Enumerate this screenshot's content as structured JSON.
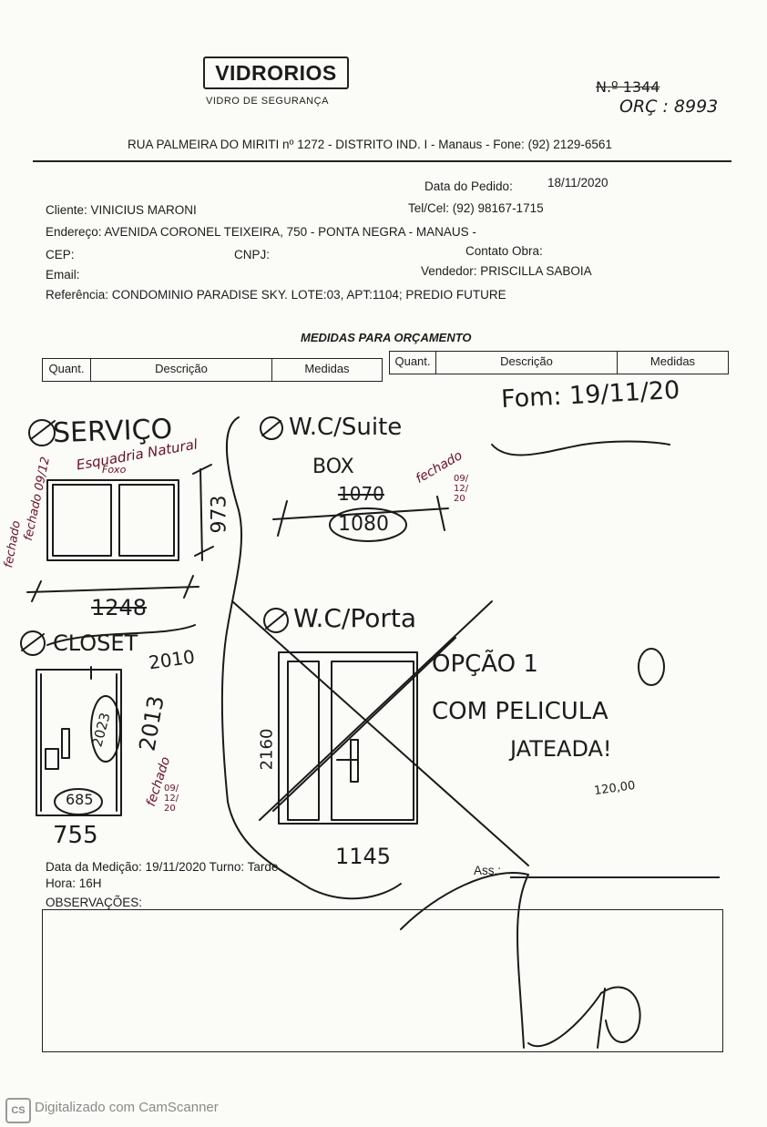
{
  "header": {
    "brand": "VIDRORIOS",
    "tagline": "VIDRO DE SEGURANÇA",
    "order_number": "N.º 1344",
    "quote_ref": "ORÇ : 8993",
    "address_line": "RUA PALMEIRA DO MIRITI nº 1272 - DISTRITO IND. I - Manaus - Fone: (92) 2129-6561"
  },
  "form": {
    "data_pedido_label": "Data do Pedido:",
    "data_pedido_value": "18/11/2020",
    "cliente": "Cliente: VINICIUS MARONI",
    "telcel": "Tel/Cel: (92) 98167-1715",
    "endereco": "Endereço: AVENIDA CORONEL TEIXEIRA, 750  - PONTA NEGRA - MANAUS -",
    "cep": "CEP:",
    "cnpj": "CNPJ:",
    "contato": "Contato Obra:",
    "email": "Email:",
    "vendedor": "Vendedor: PRISCILLA SABOIA",
    "referencia": "Referência: CONDOMINIO PARADISE SKY. LOTE:03, APT:1104; PREDIO FUTURE"
  },
  "section_title": "MEDIDAS PARA ORÇAMENTO",
  "table_headers": {
    "left": [
      "Quant.",
      "Descrição",
      "Medidas"
    ],
    "right": [
      "Quant.",
      "Descrição",
      "Medidas"
    ]
  },
  "annotations": {
    "fom_date": "Fom: 19/11/20",
    "servico": "SERVIÇO",
    "esquadria": "Esquadria Natural",
    "foxo": "Foxo",
    "fechado_side1": "fechado 09/12",
    "fechado_side2": "fechado",
    "dim_973": "973",
    "dim_1248": "1248",
    "closet": "CLOSET",
    "dim_2010": "2010",
    "dim_2013": "2013",
    "dim_2023": "2023",
    "dim_685": "685",
    "dim_755": "755",
    "fechado_closet": "fechado",
    "fechado_closet_date": "09/12/20",
    "wc_suite": "W.C/Suite",
    "box": "BOX",
    "dim_1070": "1070",
    "dim_1080": "1080",
    "fechado_box": "fechado",
    "fechado_box_date": "09/12/20",
    "wc_porta": "W.C/Porta",
    "dim_2160": "2160",
    "dim_1145": "1145",
    "opcao": "OPÇÃO 1",
    "com_pelicula": "COM PELICULA",
    "jateada": "JATEADA!",
    "price": "120,00"
  },
  "footer": {
    "data_medicao": "Data da Medição: 19/11/2020  Turno: Tarde",
    "hora": "Hora: 16H",
    "ass": "Ass.:",
    "observacoes": "OBSERVAÇÕES:"
  },
  "scanner": {
    "badge": "CS",
    "text": "Digitalizado com CamScanner"
  }
}
